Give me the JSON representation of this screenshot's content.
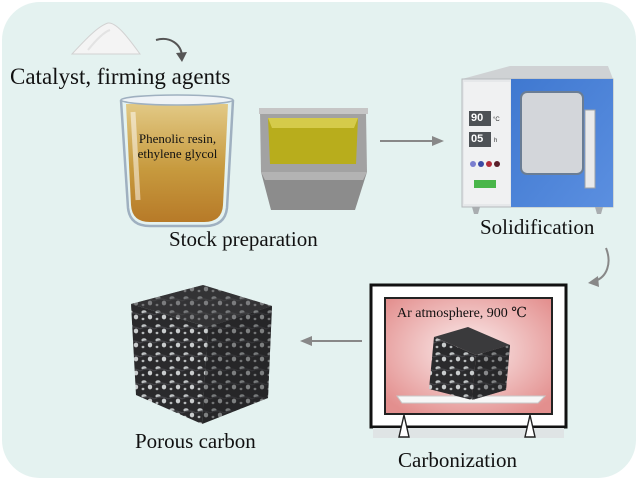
{
  "steps": {
    "additives": "Catalyst, firming agents",
    "beaker": {
      "line1": "Phenolic resin,",
      "line2": "ethylene glycol"
    },
    "stock_preparation": "Stock preparation",
    "solidification": "Solidification",
    "carbonization": "Carbonization",
    "porous_carbon": "Porous carbon"
  },
  "oven": {
    "temperature": "90",
    "temperature_unit": "°C",
    "time": "05",
    "time_unit": "h"
  },
  "furnace": {
    "atmosphere": "Ar atmosphere, 900 ℃"
  },
  "colors": {
    "background": "#e4f2f0",
    "resin": "#c9a341",
    "tray_liquid": "#b8ad1c",
    "oven_door": "#4a7fd1",
    "furnace_glow": "#e79a98",
    "carbon": "#2b2b2d"
  }
}
